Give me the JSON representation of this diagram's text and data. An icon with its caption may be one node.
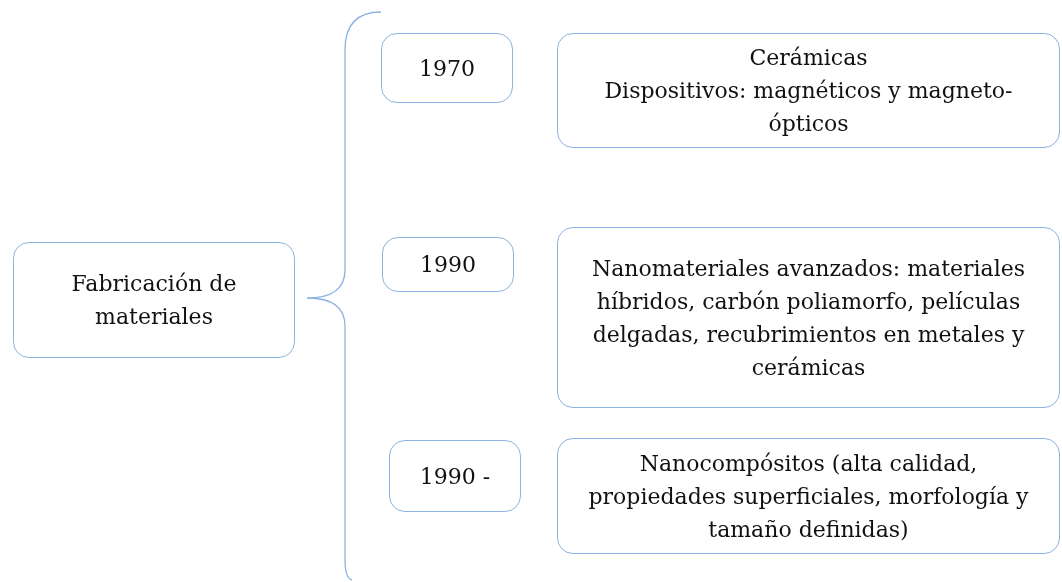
{
  "diagram": {
    "nodes": [
      {
        "text": [
          "Fabricación de materiales"
        ]
      },
      {
        "text": [
          "1970"
        ]
      },
      {
        "text": [
          "Cerámicas",
          "Dispositivos: magnéticos y magneto-ópticos"
        ]
      },
      {
        "text": [
          "1990"
        ]
      },
      {
        "text": [
          "Nanomateriales avanzados: materiales híbridos, carbón poliamorfo, películas delgadas, recubrimientos en metales y cerámicas"
        ]
      },
      {
        "text": [
          "1990 -"
        ]
      },
      {
        "text": [
          "Nanocompósitos (alta calidad, propiedades superficiales, morfología y tamaño definidas)"
        ]
      }
    ]
  }
}
